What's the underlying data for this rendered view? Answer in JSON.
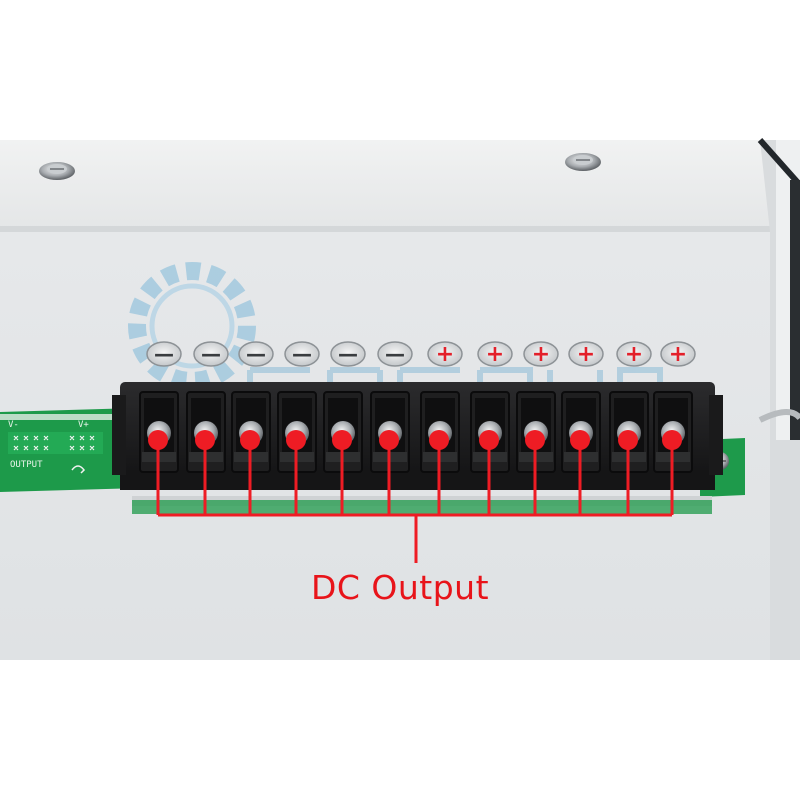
{
  "photo": {
    "subject": "power-supply-terminal-block",
    "terminals": [
      {
        "polarity": "minus",
        "symbol": "—"
      },
      {
        "polarity": "minus",
        "symbol": "—"
      },
      {
        "polarity": "minus",
        "symbol": "—"
      },
      {
        "polarity": "minus",
        "symbol": "—"
      },
      {
        "polarity": "minus",
        "symbol": "—"
      },
      {
        "polarity": "minus",
        "symbol": "—"
      },
      {
        "polarity": "plus",
        "symbol": "+"
      },
      {
        "polarity": "plus",
        "symbol": "+"
      },
      {
        "polarity": "plus",
        "symbol": "+"
      },
      {
        "polarity": "plus",
        "symbol": "+"
      },
      {
        "polarity": "plus",
        "symbol": "+"
      },
      {
        "polarity": "plus",
        "symbol": "+"
      }
    ],
    "pcb_labels": {
      "v_minus": "V-",
      "v_plus": "V+",
      "output": "OUTPUT"
    },
    "colors": {
      "background": "#ffffff",
      "chassis": "#e9ebec",
      "terminal_block": "#1c1c1d",
      "pcb": "#1d9a4a",
      "marker": "#ee1c24",
      "watermark": "#7fb9d9"
    }
  },
  "annotation": {
    "label": "DC Output",
    "color": "#e8141a"
  }
}
